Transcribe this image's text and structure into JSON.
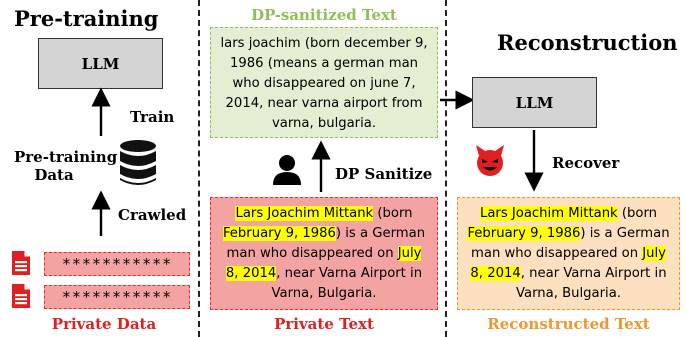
{
  "left": {
    "title": "Pre-training",
    "llm": "LLM",
    "train": "Train",
    "data_label_1": "Pre-training",
    "data_label_2": "Data",
    "crawled": "Crawled",
    "private_rows": [
      "***********",
      "***********"
    ],
    "caption": "Private Data"
  },
  "middle": {
    "sanitized_title": "DP-sanitized Text",
    "sanitized_text": "lars joachim (born december 9, 1986 (means a german man who disappeared on june 7, 2014, near varna airport from varna, bulgaria.",
    "dp_sanitize": "DP Sanitize",
    "private_text": {
      "name": "Lars Joachim Mittank",
      "t1": " (born ",
      "birth": "February 9, 1986",
      "t2": ") is a German man who disappeared on ",
      "date1": "July",
      "t3": " ",
      "date2": "8, 2014",
      "t4": ", near Varna Airport in Varna, Bulgaria."
    },
    "caption": "Private Text"
  },
  "right": {
    "title": "Reconstruction",
    "llm": "LLM",
    "recover": "Recover",
    "recon_text": {
      "name": "Lars Joachim Mittank",
      "t1": " (born ",
      "birth": "February 9, 1986",
      "t2": ") is a German man who disappeared on ",
      "date1": "July",
      "t3": " ",
      "date2": "8, 2014",
      "t4": ", near Varna Airport in Varna, Bulgaria."
    },
    "caption": "Reconstructed Text"
  },
  "colors": {
    "red_caption": "#e02020",
    "green_title": "#8fbf5a",
    "orange_caption": "#f0962e",
    "green_fill": "#e3eed3",
    "pink_fill": "#f4a3a3",
    "orange_fill": "#fde0bf"
  }
}
